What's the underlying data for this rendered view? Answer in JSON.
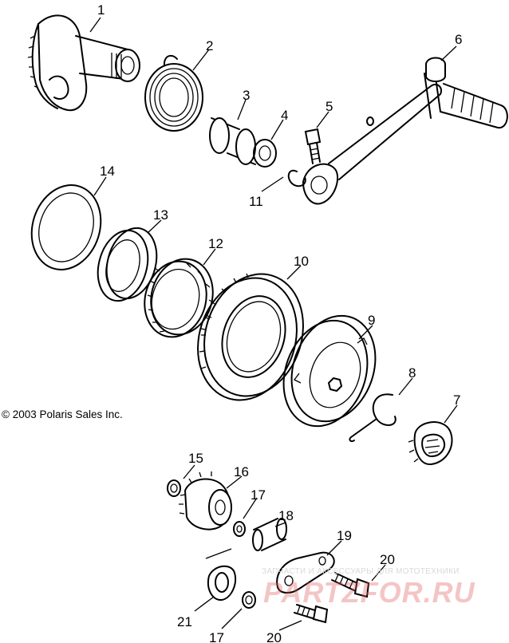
{
  "copyright": "© 2003 Polaris Sales Inc.",
  "watermark": {
    "caption": "ЗАПЧАСТИ И АКСЕССУАРЫ ДЛЯ МОТОТЕХНИКИ",
    "logo": "PARTZFOR.RU",
    "color": "#e05a5a"
  },
  "callouts": {
    "c1": "1",
    "c2": "2",
    "c3": "3",
    "c4": "4",
    "c5": "5",
    "c6": "6",
    "c7": "7",
    "c8": "8",
    "c9": "9",
    "c10": "10",
    "c11": "11",
    "c12": "12",
    "c13": "13",
    "c14": "14",
    "c15": "15",
    "c16": "16",
    "c17a": "17",
    "c18": "18",
    "c19": "19",
    "c20a": "20",
    "c21": "21",
    "c17b": "17",
    "c20b": "20"
  }
}
